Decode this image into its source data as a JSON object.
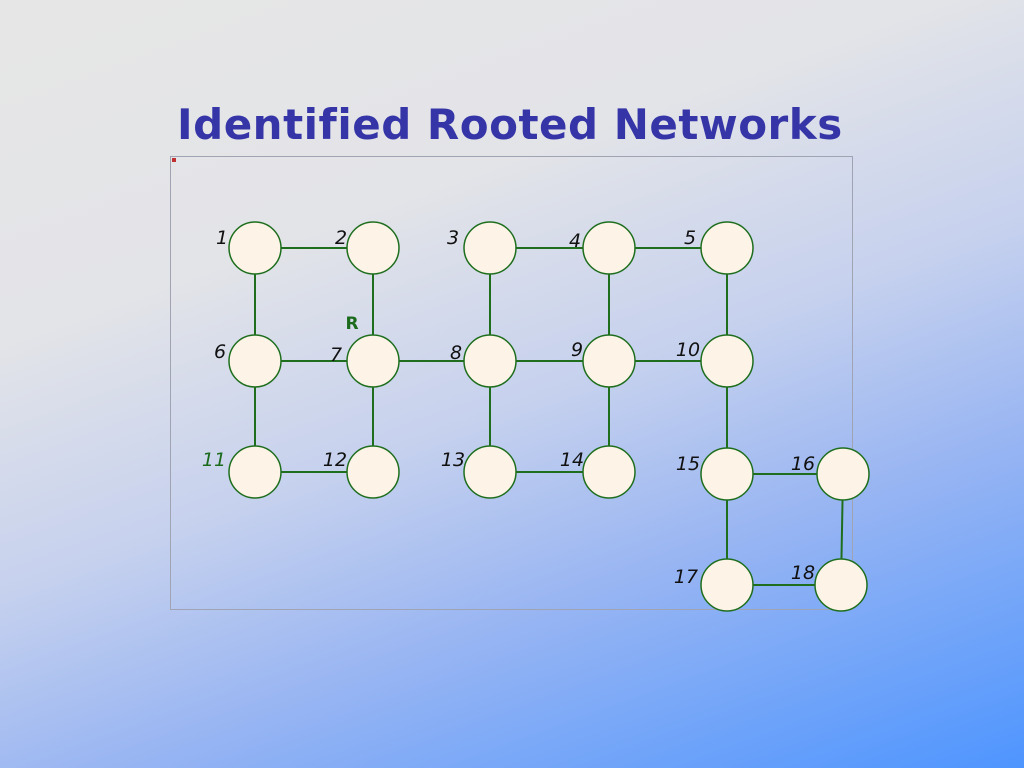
{
  "title": "Identified Rooted Networks",
  "root_label": "R",
  "colors": {
    "title": "#3535a8",
    "edge": "#1e6e1e",
    "node_fill": "#fdf4e7",
    "node_stroke": "#1e6e1e",
    "highlight_label": "#1c6b1c"
  },
  "nodes": [
    {
      "id": "1",
      "label": "1"
    },
    {
      "id": "2",
      "label": "2"
    },
    {
      "id": "3",
      "label": "3"
    },
    {
      "id": "4",
      "label": "4"
    },
    {
      "id": "5",
      "label": "5"
    },
    {
      "id": "6",
      "label": "6"
    },
    {
      "id": "7",
      "label": "7",
      "root": true
    },
    {
      "id": "8",
      "label": "8"
    },
    {
      "id": "9",
      "label": "9"
    },
    {
      "id": "10",
      "label": "10"
    },
    {
      "id": "11",
      "label": "11",
      "highlight": true
    },
    {
      "id": "12",
      "label": "12"
    },
    {
      "id": "13",
      "label": "13"
    },
    {
      "id": "14",
      "label": "14"
    },
    {
      "id": "15",
      "label": "15"
    },
    {
      "id": "16",
      "label": "16"
    },
    {
      "id": "17",
      "label": "17"
    },
    {
      "id": "18",
      "label": "18"
    }
  ],
  "edges": [
    [
      "1",
      "2"
    ],
    [
      "3",
      "4"
    ],
    [
      "4",
      "5"
    ],
    [
      "1",
      "6"
    ],
    [
      "2",
      "7"
    ],
    [
      "3",
      "8"
    ],
    [
      "4",
      "9"
    ],
    [
      "5",
      "10"
    ],
    [
      "6",
      "7"
    ],
    [
      "7",
      "8"
    ],
    [
      "8",
      "9"
    ],
    [
      "9",
      "10"
    ],
    [
      "6",
      "11"
    ],
    [
      "7",
      "12"
    ],
    [
      "8",
      "13"
    ],
    [
      "9",
      "14"
    ],
    [
      "10",
      "15"
    ],
    [
      "11",
      "12"
    ],
    [
      "13",
      "14"
    ],
    [
      "15",
      "16"
    ],
    [
      "15",
      "17"
    ],
    [
      "16",
      "18"
    ],
    [
      "17",
      "18"
    ]
  ]
}
